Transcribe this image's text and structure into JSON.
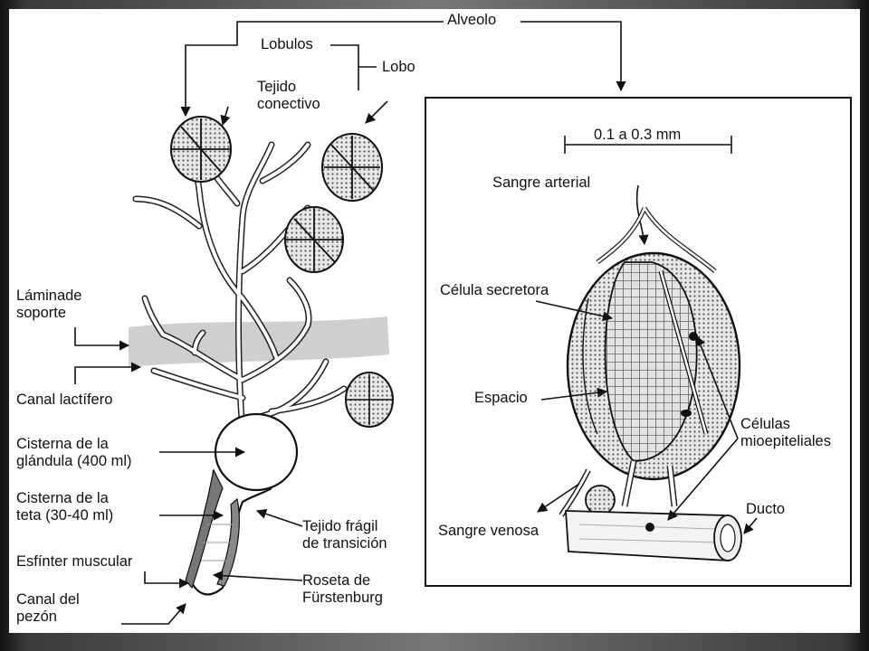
{
  "labels": {
    "alveolo": "Alveolo",
    "lobulos": "Lobulos",
    "lobo": "Lobo",
    "tejido_conectivo": "Tejido\nconectivo",
    "laminade_soporte": "Láminade\nsoporte",
    "canal_lactifero": "Canal lactífero",
    "cisterna_glandula": "Cisterna de la\nglándula (400 ml)",
    "cisterna_teta": "Cisterna de la\nteta (30-40 ml)",
    "esfinter": "Esfínter muscular",
    "canal_pezon": "Canal del\npezón",
    "tejido_fragil": "Tejido frágil\nde transición",
    "roseta": "Roseta de\nFürstenburg",
    "scale": "0.1 a 0.3 mm",
    "sangre_arterial": "Sangre arterial",
    "celula_secretora": "Célula secretora",
    "espacio": "Espacio",
    "celulas_mio": "Células\nmioepiteliales",
    "sangre_venosa": "Sangre venosa",
    "ducto": "Ducto"
  }
}
